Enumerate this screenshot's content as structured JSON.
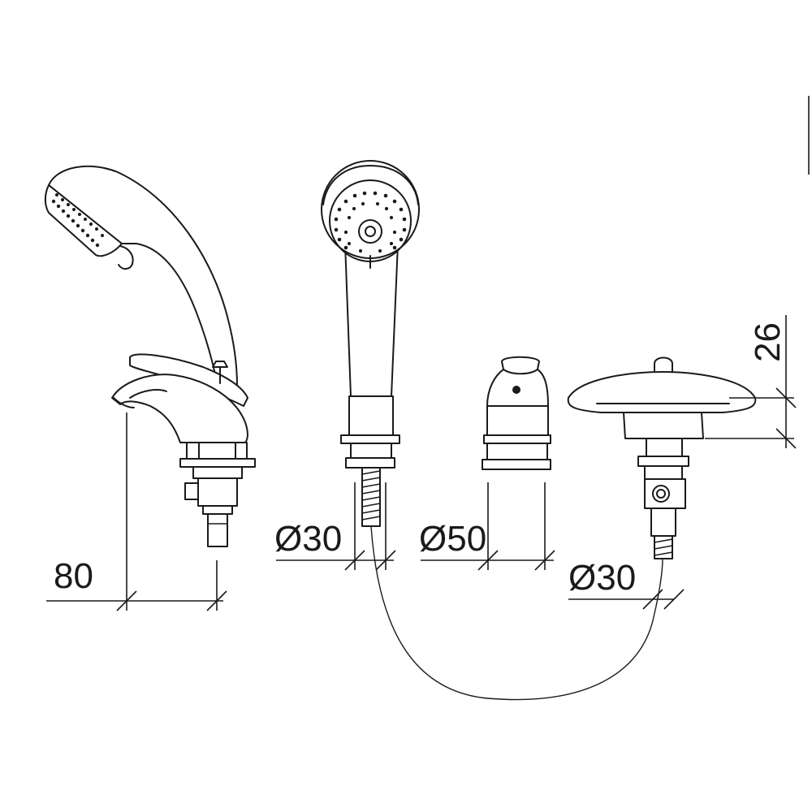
{
  "dimensions": {
    "spout_height": "80",
    "handshower_holder_diameter": "Ø30",
    "mixer_body_diameter": "Ø50",
    "diverter_diameter": "Ø30",
    "diverter_height": "26"
  }
}
